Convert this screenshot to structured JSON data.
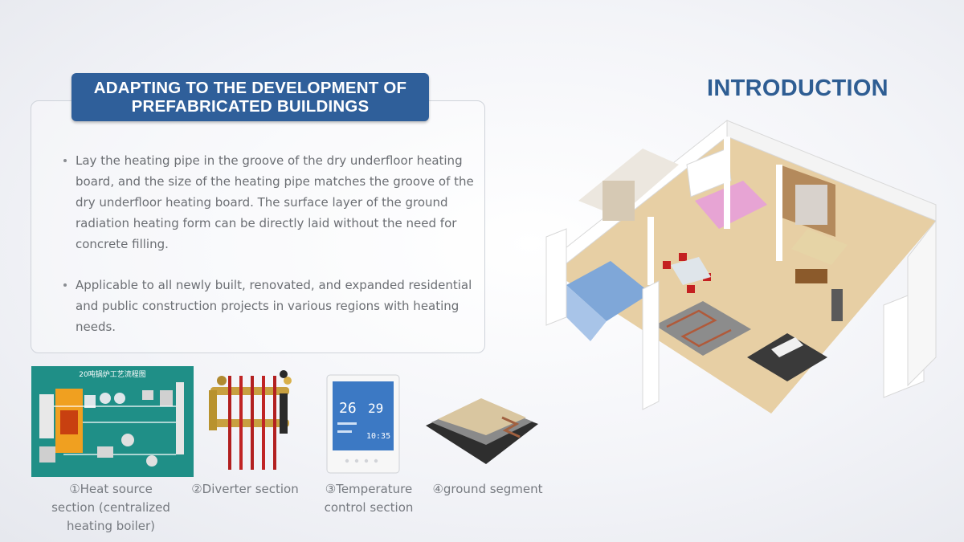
{
  "title": "INTRODUCTION",
  "header": {
    "line1": "ADAPTING TO THE DEVELOPMENT OF",
    "line2": "PREFABRICATED BUILDINGS"
  },
  "bullets": [
    "Lay the heating pipe in the groove of the dry underfloor heating board, and the size of the heating pipe matches the groove of the dry underfloor heating board. The surface layer of the ground radiation heating form can be directly laid without the need for concrete filling.",
    "Applicable to all newly built, renovated, and expanded residential and public construction projects in various regions with heating needs."
  ],
  "diagram_title": "20吨锅炉工艺流程图",
  "thermostat": {
    "temp_left": "26",
    "temp_right": "29",
    "time": "10:35"
  },
  "captions": {
    "heat_source_1": "①Heat source",
    "heat_source_2": "section (centralized",
    "heat_source_3": "heating boiler)",
    "diverter": "②Diverter section",
    "temperature_1": "③Temperature",
    "temperature_2": "control section",
    "ground": "④ground segment"
  },
  "colors": {
    "accent": "#2f5f9a",
    "title": "#2e5d93",
    "diagram_bg": "#1f8f87"
  }
}
